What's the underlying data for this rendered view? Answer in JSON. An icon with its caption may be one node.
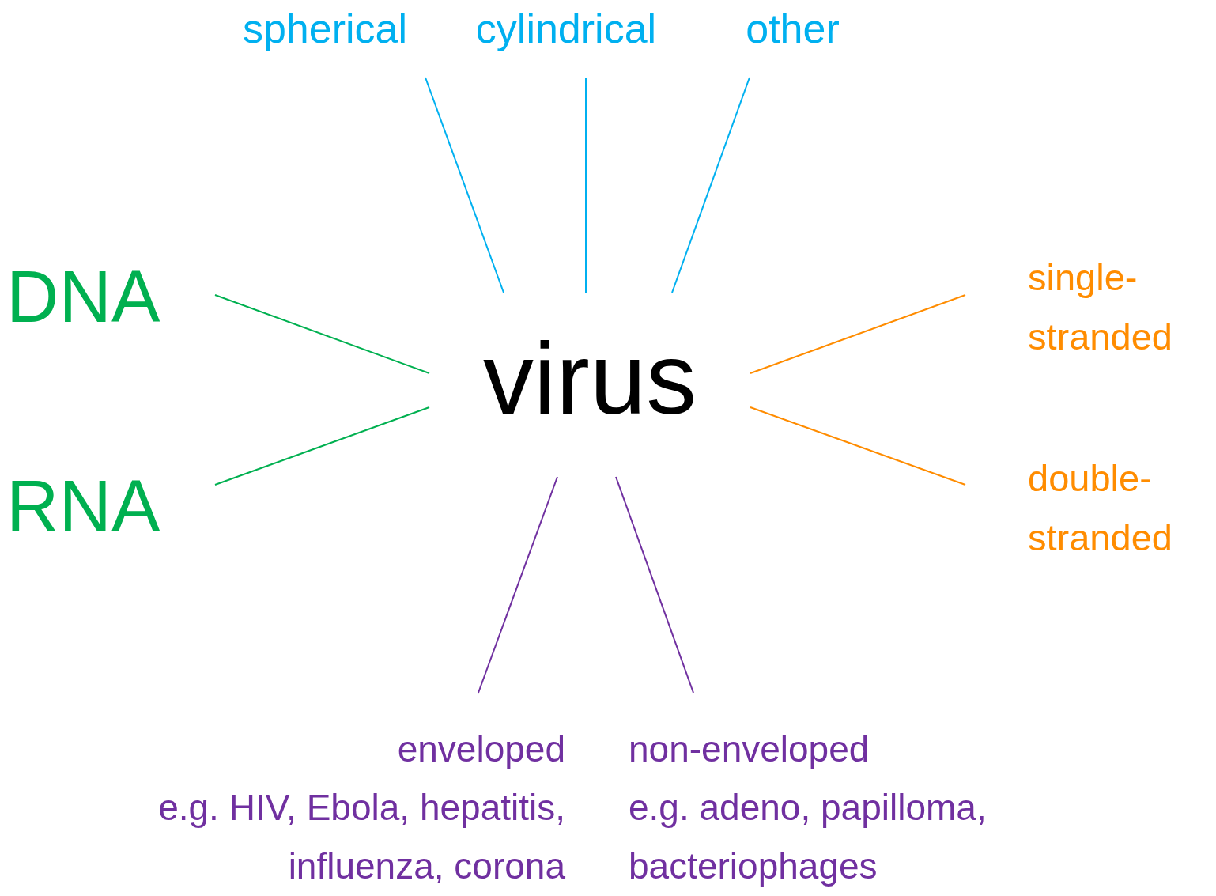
{
  "diagram": {
    "nodes": [
      {
        "text": [
          "virus"
        ]
      },
      {
        "text": [
          "spherical"
        ]
      },
      {
        "text": [
          "cylindrical"
        ]
      },
      {
        "text": [
          "other"
        ]
      },
      {
        "text": [
          "DNA"
        ]
      },
      {
        "text": [
          "RNA"
        ]
      },
      {
        "text": [
          "single- stranded"
        ]
      },
      {
        "text": [
          "double- stranded"
        ]
      },
      {
        "text": [
          "enveloped",
          "e.g. HIV, Ebola, hepatitis, influenza, corona"
        ]
      },
      {
        "text": [
          "non-enveloped",
          "e.g. adeno, papilloma, bacteriophages"
        ]
      }
    ],
    "edges": [
      {
        "from": 0,
        "to": 1,
        "arrow": "none",
        "color": "#00b0f0"
      },
      {
        "from": 0,
        "to": 2,
        "arrow": "none",
        "color": "#00b0f0"
      },
      {
        "from": 0,
        "to": 3,
        "arrow": "none",
        "color": "#00b0f0"
      },
      {
        "from": 0,
        "to": 4,
        "arrow": "none",
        "color": "#00b050"
      },
      {
        "from": 0,
        "to": 5,
        "arrow": "none",
        "color": "#00b050"
      },
      {
        "from": 0,
        "to": 6,
        "arrow": "none",
        "color": "#ff8c00"
      },
      {
        "from": 0,
        "to": 7,
        "arrow": "none",
        "color": "#ff8c00"
      },
      {
        "from": 0,
        "to": 8,
        "arrow": "none",
        "color": "#7030a0"
      },
      {
        "from": 0,
        "to": 9,
        "arrow": "none",
        "color": "#7030a0"
      }
    ]
  }
}
